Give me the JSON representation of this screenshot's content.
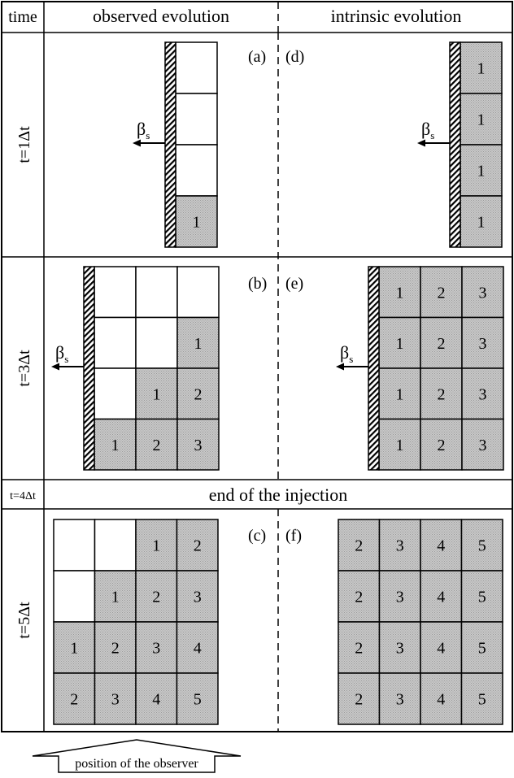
{
  "header": {
    "time_label": "time",
    "observed_label": "observed evolution",
    "intrinsic_label": "intrinsic evolution"
  },
  "rows": [
    {
      "time_label": "t=1Δt"
    },
    {
      "time_label": "t=3Δt"
    },
    {
      "time_label": "t=4Δt",
      "note": "end of the injection"
    },
    {
      "time_label": "t=5Δt"
    }
  ],
  "panel_labels": [
    "(a)",
    "(d)",
    "(b)",
    "(e)",
    "(c)",
    "(f)"
  ],
  "velocity_label": {
    "main": "β",
    "sub": "s"
  },
  "observer_label": "position of the observer",
  "colors": {
    "filled_cell": "#c8c8c8",
    "empty_cell": "#ffffff",
    "line": "#000000"
  },
  "panels": {
    "a": {
      "rows": [
        [
          ""
        ],
        [
          ""
        ],
        [
          ""
        ],
        [
          "1"
        ]
      ]
    },
    "d": {
      "rows": [
        [
          "1"
        ],
        [
          "1"
        ],
        [
          "1"
        ],
        [
          "1"
        ]
      ]
    },
    "b": {
      "rows": [
        [
          "",
          "",
          ""
        ],
        [
          "",
          "",
          "1"
        ],
        [
          "",
          "1",
          "2"
        ],
        [
          "1",
          "2",
          "3"
        ]
      ]
    },
    "e": {
      "rows": [
        [
          "1",
          "2",
          "3"
        ],
        [
          "1",
          "2",
          "3"
        ],
        [
          "1",
          "2",
          "3"
        ],
        [
          "1",
          "2",
          "3"
        ]
      ]
    },
    "c": {
      "rows": [
        [
          "",
          "",
          "1",
          "2"
        ],
        [
          "",
          "1",
          "2",
          "3"
        ],
        [
          "1",
          "2",
          "3",
          "4"
        ],
        [
          "2",
          "3",
          "4",
          "5"
        ]
      ]
    },
    "f": {
      "rows": [
        [
          "2",
          "3",
          "4",
          "5"
        ],
        [
          "2",
          "3",
          "4",
          "5"
        ],
        [
          "2",
          "3",
          "4",
          "5"
        ],
        [
          "2",
          "3",
          "4",
          "5"
        ]
      ]
    }
  }
}
